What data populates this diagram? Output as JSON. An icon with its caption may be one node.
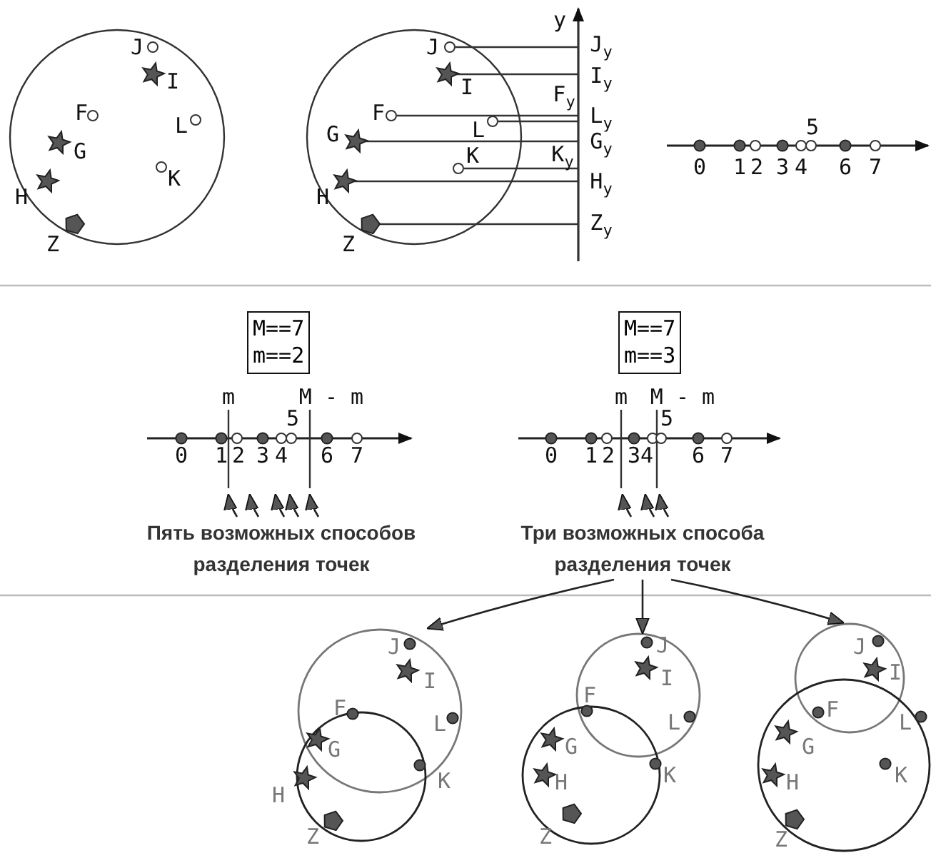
{
  "diagram": {
    "nodes": [
      {
        "text": [
          "M==7",
          "m==2"
        ]
      },
      {
        "text": [
          "M==7",
          "m==3"
        ]
      },
      {
        "text": [
          "Пять возможных способов разделения точек"
        ]
      },
      {
        "text": [
          "Три возможных способа разделения точек"
        ]
      },
      {
        "text": [],
        "shape": "picture"
      },
      {
        "text": [],
        "shape": "picture"
      },
      {
        "text": [],
        "shape": "picture"
      }
    ],
    "edges": [
      {
        "from": 2,
        "to": null,
        "arrow": "to"
      },
      {
        "from": 2,
        "to": null,
        "arrow": "to"
      },
      {
        "from": 2,
        "to": null,
        "arrow": "to"
      },
      {
        "from": 2,
        "to": null,
        "arrow": "to"
      },
      {
        "from": 2,
        "to": null,
        "arrow": "to"
      },
      {
        "from": 3,
        "to": null,
        "arrow": "to"
      },
      {
        "from": 3,
        "to": null,
        "arrow": "to"
      },
      {
        "from": 3,
        "to": null,
        "arrow": "to"
      },
      {
        "from": 3,
        "to": 4,
        "arrow": "to"
      },
      {
        "from": 3,
        "to": 5,
        "arrow": "to"
      },
      {
        "from": 3,
        "to": 6,
        "arrow": "to"
      }
    ],
    "labels": [
      "J",
      "I",
      "F",
      "L",
      "G",
      "K",
      "H",
      "Z",
      "J",
      "I",
      "F",
      "G",
      "L",
      "K",
      "H",
      "Z",
      "y",
      "J$_{y}$",
      "I$_{y}$",
      "F$_{y}$",
      "L$_{y}$",
      "G$_{y}$",
      "K$_{y}$",
      "H$_{y}$",
      "Z$_{y}$",
      "5",
      "0",
      "1",
      "2",
      "3",
      "4",
      "6",
      "7",
      "m",
      "M - m",
      "5",
      "0",
      "1",
      "2",
      "3",
      "4",
      "6",
      "7",
      "m",
      "M - m",
      "5",
      "0",
      "1",
      "2",
      "3",
      "4",
      "6",
      "7",
      "J",
      "I",
      "F",
      "L",
      "G",
      "K",
      "H",
      "Z",
      "J",
      "I",
      "F",
      "L",
      "G",
      "K",
      "H",
      "Z",
      "J",
      "I",
      "F",
      "L",
      "G",
      "K",
      "H",
      "Z"
    ]
  }
}
